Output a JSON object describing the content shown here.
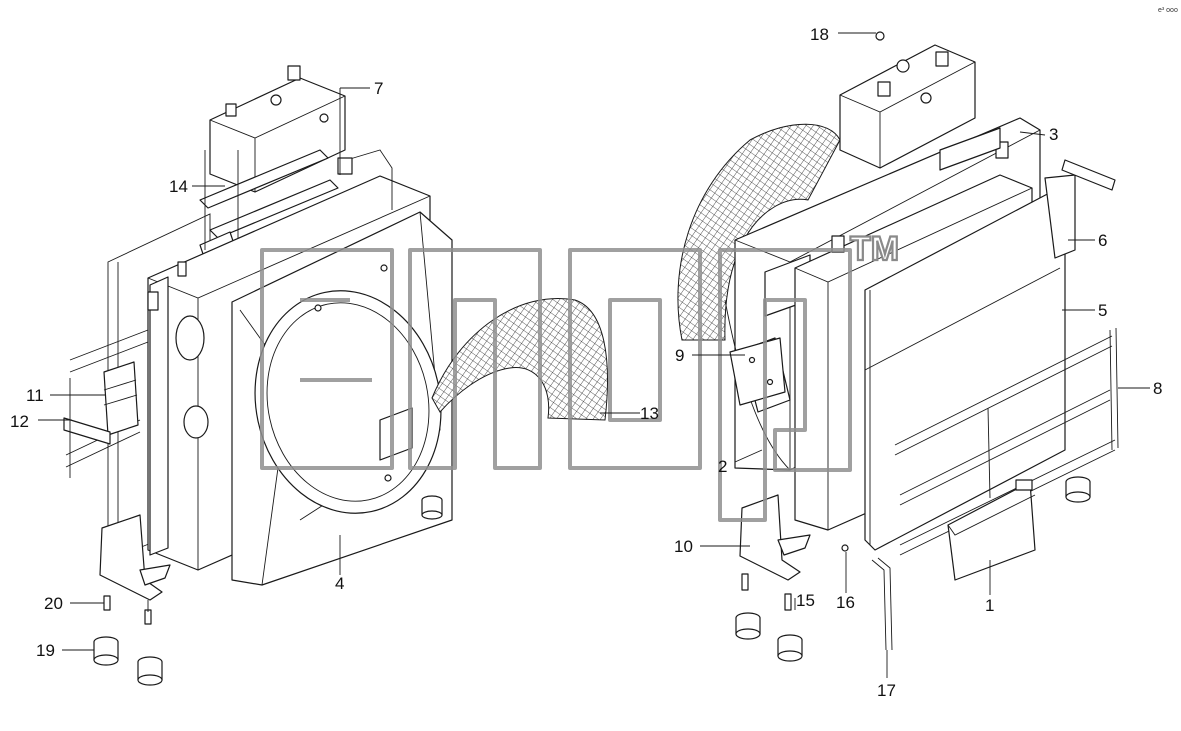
{
  "diagram": {
    "corner_mark": "e³ ooo",
    "watermark_logo": "alfa",
    "watermark_tm": "TM",
    "callouts": [
      {
        "id": "c1",
        "label": "1"
      },
      {
        "id": "c2",
        "label": "2"
      },
      {
        "id": "c3",
        "label": "3"
      },
      {
        "id": "c4",
        "label": "4"
      },
      {
        "id": "c5",
        "label": "5"
      },
      {
        "id": "c6",
        "label": "6"
      },
      {
        "id": "c7",
        "label": "7"
      },
      {
        "id": "c8",
        "label": "8"
      },
      {
        "id": "c9",
        "label": "9"
      },
      {
        "id": "c10",
        "label": "10"
      },
      {
        "id": "c11",
        "label": "11"
      },
      {
        "id": "c12",
        "label": "12"
      },
      {
        "id": "c13",
        "label": "13"
      },
      {
        "id": "c14",
        "label": "14"
      },
      {
        "id": "c15",
        "label": "15"
      },
      {
        "id": "c16",
        "label": "16"
      },
      {
        "id": "c17",
        "label": "17"
      },
      {
        "id": "c18",
        "label": "18"
      },
      {
        "id": "c19",
        "label": "19"
      },
      {
        "id": "c20",
        "label": "20"
      }
    ]
  }
}
